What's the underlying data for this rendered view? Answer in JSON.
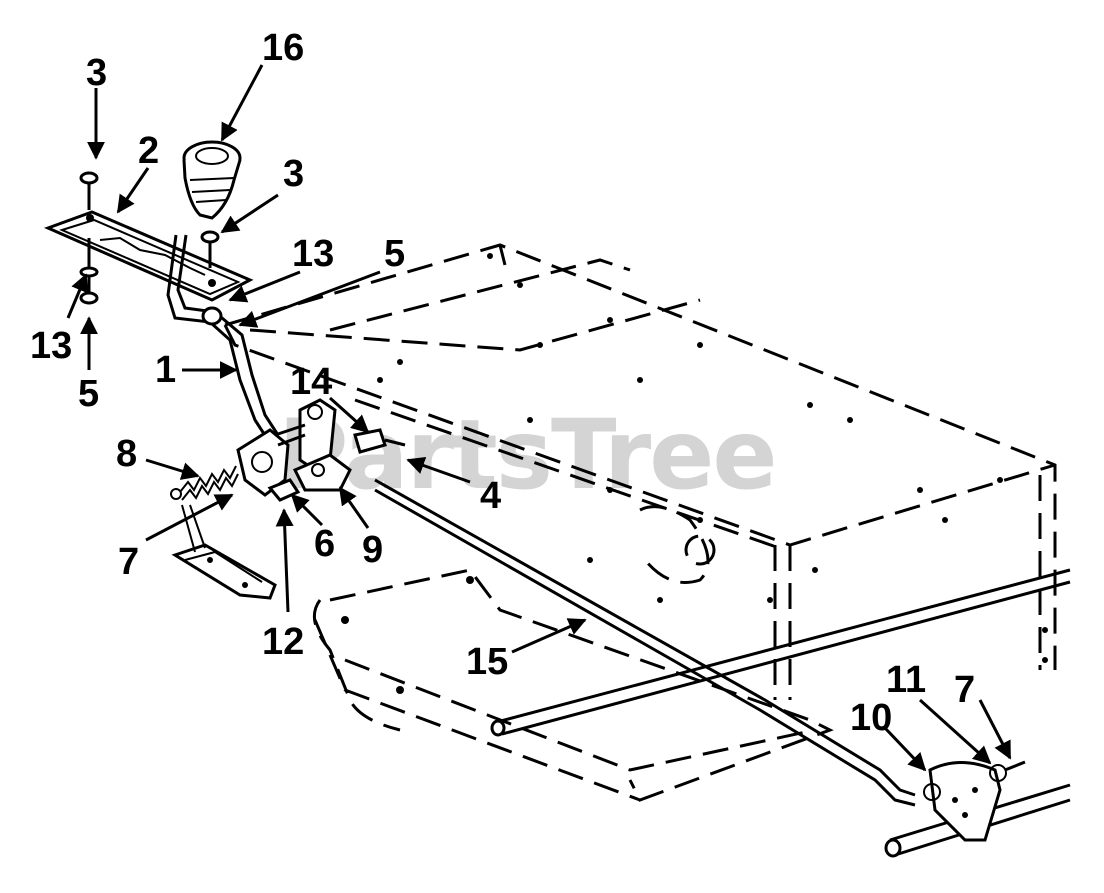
{
  "watermark": "PartsTree",
  "callouts": [
    {
      "id": "c16",
      "label": "16"
    },
    {
      "id": "c3a",
      "label": "3"
    },
    {
      "id": "c2",
      "label": "2"
    },
    {
      "id": "c3b",
      "label": "3"
    },
    {
      "id": "c13a",
      "label": "13"
    },
    {
      "id": "c5a",
      "label": "5"
    },
    {
      "id": "c13b",
      "label": "13"
    },
    {
      "id": "c5b",
      "label": "5"
    },
    {
      "id": "c1",
      "label": "1"
    },
    {
      "id": "c14",
      "label": "14"
    },
    {
      "id": "c8",
      "label": "8"
    },
    {
      "id": "c4",
      "label": "4"
    },
    {
      "id": "c7a",
      "label": "7"
    },
    {
      "id": "c6",
      "label": "6"
    },
    {
      "id": "c9",
      "label": "9"
    },
    {
      "id": "c12",
      "label": "12"
    },
    {
      "id": "c15",
      "label": "15"
    },
    {
      "id": "c11",
      "label": "11"
    },
    {
      "id": "c7b",
      "label": "7"
    },
    {
      "id": "c10",
      "label": "10"
    }
  ]
}
